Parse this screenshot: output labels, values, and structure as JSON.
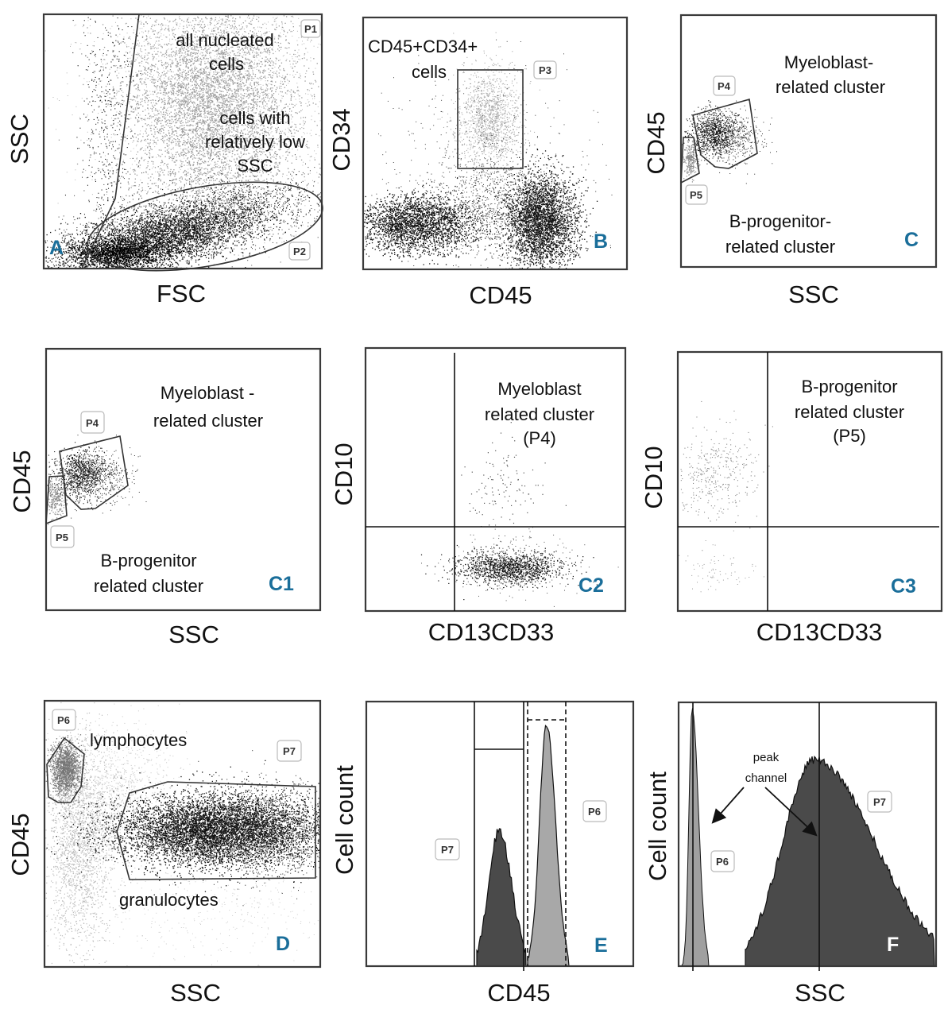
{
  "figure": {
    "label_color": "#1a6e9a",
    "panels": {
      "A": {
        "label": "A",
        "xlabel": "FSC",
        "ylabel": "SSC",
        "annotations": [
          "all nucleated",
          "cells",
          "cells with",
          "relatively low",
          "SSC"
        ],
        "gates": [
          "P1",
          "P2"
        ]
      },
      "B": {
        "label": "B",
        "xlabel": "CD45",
        "ylabel": "CD34",
        "annotations": [
          "CD45+CD34+",
          "cells"
        ],
        "gates": [
          "P3"
        ]
      },
      "C": {
        "label": "C",
        "xlabel": "SSC",
        "ylabel": "CD45",
        "annotations": [
          "Myeloblast-",
          "related  cluster",
          "B-progenitor-",
          "related cluster"
        ],
        "gates": [
          "P4",
          "P5"
        ]
      },
      "C1": {
        "label": "C1",
        "xlabel": "SSC",
        "ylabel": "CD45",
        "annotations": [
          "Myeloblast -",
          "related cluster",
          "B-progenitor",
          "related cluster"
        ],
        "gates": [
          "P4",
          "P5"
        ]
      },
      "C2": {
        "label": "C2",
        "xlabel": "CD13CD33",
        "ylabel": "CD10",
        "annotations": [
          "Myeloblast",
          "related cluster",
          "(P4)"
        ]
      },
      "C3": {
        "label": "C3",
        "xlabel": "CD13CD33",
        "ylabel": "CD10",
        "annotations": [
          "B-progenitor",
          "related cluster",
          "(P5)"
        ]
      },
      "D": {
        "label": "D",
        "xlabel": "SSC",
        "ylabel": "CD45",
        "annotations": [
          "lymphocytes",
          "granulocytes"
        ],
        "gates": [
          "P6",
          "P7"
        ]
      },
      "E": {
        "label": "E",
        "xlabel": "CD45",
        "ylabel": "Cell count",
        "gates": [
          "P7",
          "P6"
        ]
      },
      "F": {
        "label": "F",
        "xlabel": "SSC",
        "ylabel": "Cell count",
        "annotations": [
          "peak",
          "channel"
        ],
        "gates": [
          "P6",
          "P7"
        ]
      }
    }
  }
}
